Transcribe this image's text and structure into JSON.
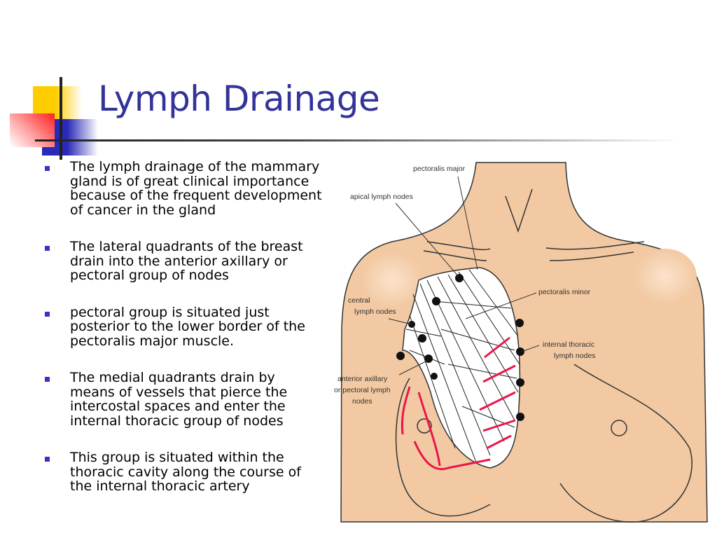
{
  "slide": {
    "title": "Lymph Drainage"
  },
  "bullets": [
    "The lymph drainage of the mammary gland is of great clinical importance because of the frequent development of cancer in the gland",
    "The lateral quadrants of the breast drain into the anterior axillary or pectoral group of nodes",
    "pectoral group is situated just posterior to the lower border of the pectoralis major muscle.",
    "The medial quadrants drain by means of vessels that pierce the intercostal spaces and enter the internal thoracic group of nodes",
    "This group is situated within the thoracic cavity along the course of the internal thoracic artery"
  ],
  "diagram": {
    "labels": {
      "pectoralis_major": "pectoralis major",
      "apical": "apical lymph nodes",
      "central_1": "central",
      "central_2": "lymph nodes",
      "pectoralis_minor": "pectoralis minor",
      "internal_1": "internal thoracic",
      "internal_2": "lymph nodes",
      "anterior_1": "anterior axillary",
      "anterior_2": "or pectoral lymph",
      "anterior_3": "nodes"
    },
    "colors": {
      "skin": "#f2c9a2",
      "arrow": "#e8174a",
      "title": "#333399"
    }
  }
}
